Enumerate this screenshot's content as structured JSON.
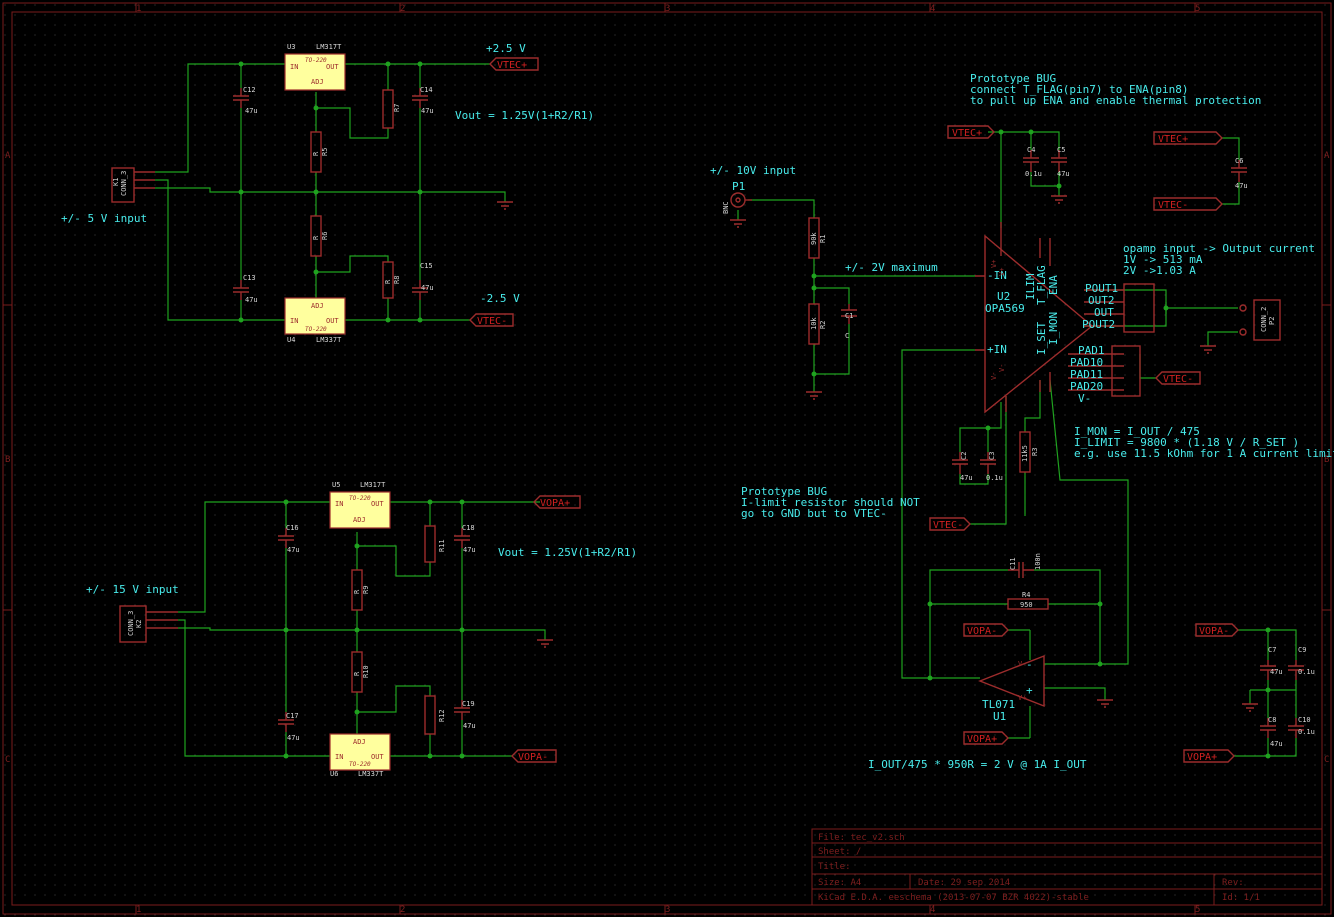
{
  "frame": {
    "file": "File: tec_v2.sch",
    "sheet": "Sheet: /",
    "title": "Title:",
    "size": "Size: A4",
    "date": "Date: 29 sep 2014",
    "rev": "Rev:",
    "app": "KiCad E.D.A.  eeschema (2013-07-07 BZR 4022)-stable",
    "id": "Id: 1/1",
    "col_labels": [
      "1",
      "2",
      "3",
      "4",
      "5"
    ],
    "row_labels": [
      "A",
      "B",
      "C"
    ]
  },
  "notes": {
    "v25p": "+2.5 V",
    "v25n": "-2.5 V",
    "vout1": "Vout = 1.25V(1+R2/R1)",
    "vout2": "Vout = 1.25V(1+R2/R1)",
    "in5": "+/- 5 V input",
    "in15": "+/- 15 V input",
    "in10": "+/- 10V input",
    "max2v": "+/- 2V maximum",
    "bug1": [
      "Prototype BUG",
      "connect T_FLAG(pin7) to ENA(pin8)",
      "to pull up ENA and enable thermal protection"
    ],
    "opamp": [
      "opamp input -> Output current",
      "1V -> 513 mA",
      "2V ->1.03 A"
    ],
    "lmon": [
      "I_MON = I_OUT / 475",
      "I_LIMIT = 9800 * (1.18 V / R_SET )",
      "e.g. use 11.5 kOhm for 1 A current limit"
    ],
    "bug2": [
      "Prototype BUG",
      "I-limit resistor should NOT",
      "go to GND but to VTEC-"
    ],
    "iout": "I_OUT/475 * 950R = 2 V @ 1A I_OUT"
  },
  "labels": {
    "vtecp": "VTEC+",
    "vtecn": "VTEC-",
    "vopap": "VOPA+",
    "vopan": "VOPA-"
  },
  "parts": {
    "u3": {
      "ref": "U3",
      "val": "LM317T",
      "pkg": "TO-220"
    },
    "u4": {
      "ref": "U4",
      "val": "LM337T",
      "pkg": "TO-220"
    },
    "u5": {
      "ref": "U5",
      "val": "LM317T",
      "pkg": "TO-220"
    },
    "u6": {
      "ref": "U6",
      "val": "LM337T",
      "pkg": "TO-220"
    },
    "reg_pins": {
      "in": "IN",
      "out": "OUT",
      "adj": "ADJ"
    },
    "u2": {
      "ref": "U2",
      "val": "OPA569"
    },
    "u1": {
      "ref": "U1",
      "val": "TL071"
    },
    "p1": {
      "ref": "P1",
      "val": "BNC"
    },
    "p2": {
      "ref": "P2",
      "val": "CONN_2"
    },
    "k1": {
      "ref": "K1",
      "val": "CONN_3"
    },
    "k2": {
      "ref": "K2",
      "val": "CONN_3"
    },
    "r": {
      "r1": {
        "ref": "R1",
        "val": "90k"
      },
      "r2": {
        "ref": "R2",
        "val": "10k"
      },
      "r3": {
        "ref": "R3",
        "val": "11k5"
      },
      "r4": {
        "ref": "R4",
        "val": "950"
      },
      "r5": {
        "ref": "R5",
        "val": "R"
      },
      "r6": {
        "ref": "R6",
        "val": "R"
      },
      "r7": {
        "ref": "R7",
        "val": "R"
      },
      "r8": {
        "ref": "R8",
        "val": "R"
      },
      "r9": {
        "ref": "R9",
        "val": "R"
      },
      "r10": {
        "ref": "R10",
        "val": "R"
      },
      "r11": {
        "ref": "R11",
        "val": "R"
      },
      "r12": {
        "ref": "R12",
        "val": "R"
      }
    },
    "c": {
      "c1": {
        "ref": "C1",
        "val": "C"
      },
      "c2": {
        "ref": "C2",
        "val": "47u"
      },
      "c3": {
        "ref": "C3",
        "val": "0.1u"
      },
      "c4": {
        "ref": "C4",
        "val": "0.1u"
      },
      "c5": {
        "ref": "C5",
        "val": "47u"
      },
      "c6": {
        "ref": "C6",
        "val": "47u"
      },
      "c7": {
        "ref": "C7",
        "val": "47u"
      },
      "c8": {
        "ref": "C8",
        "val": "47u"
      },
      "c9": {
        "ref": "C9",
        "val": "0.1u"
      },
      "c10": {
        "ref": "C10",
        "val": "0.1u"
      },
      "c11": {
        "ref": "C11",
        "val": "100n"
      },
      "c12": {
        "ref": "C12",
        "val": "47u"
      },
      "c13": {
        "ref": "C13",
        "val": "47u"
      },
      "c14": {
        "ref": "C14",
        "val": "47u"
      },
      "c15": {
        "ref": "C15",
        "val": "47u"
      },
      "c16": {
        "ref": "C16",
        "val": "47u"
      },
      "c17": {
        "ref": "C17",
        "val": "47u"
      },
      "c18": {
        "ref": "C18",
        "val": "47u"
      },
      "c19": {
        "ref": "C19",
        "val": "47u"
      }
    },
    "u2_pins": {
      "in_p": "+IN",
      "in_n": "-IN",
      "vp": "V+",
      "vn": "V-",
      "tflag": "T_FLAG",
      "ena": "ENA",
      "ilim": "ILIM",
      "iset": "I_SET",
      "imon": "I_MON",
      "vflag": "V-",
      "out": [
        "POUT1",
        "OUT2",
        "OUT",
        "POUT2"
      ],
      "pad": [
        "PAD1",
        "PAD10",
        "PAD11",
        "PAD20"
      ]
    },
    "u1_pins": {
      "in_n": "-",
      "in_p": "+",
      "vp": "V+",
      "vn": "V-"
    }
  }
}
